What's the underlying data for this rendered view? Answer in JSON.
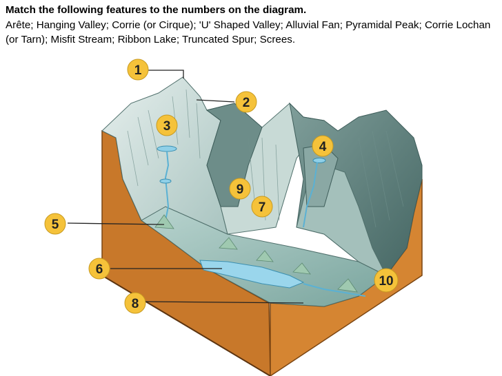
{
  "header": {
    "title": "Match the following features to the numbers on the diagram.",
    "instructions": "Arête; Hanging Valley; Corrie (or Cirque); 'U' Shaped Valley; Alluvial Fan; Pyramidal Peak; Corrie Lochan (or Tarn); Misfit Stream; Ribbon Lake; Truncated Spur; Screes."
  },
  "labels": [
    {
      "number": "1"
    },
    {
      "number": "2"
    },
    {
      "number": "3"
    },
    {
      "number": "4"
    },
    {
      "number": "5"
    },
    {
      "number": "6"
    },
    {
      "number": "7"
    },
    {
      "number": "8"
    },
    {
      "number": "9"
    },
    {
      "number": "10"
    }
  ],
  "colors": {
    "badge": "#f5c23a",
    "ground_side": "#c8782a",
    "ice_light": "#dbe8e6",
    "rock_dark": "#5f7f7c",
    "water": "#8fd0e8"
  }
}
